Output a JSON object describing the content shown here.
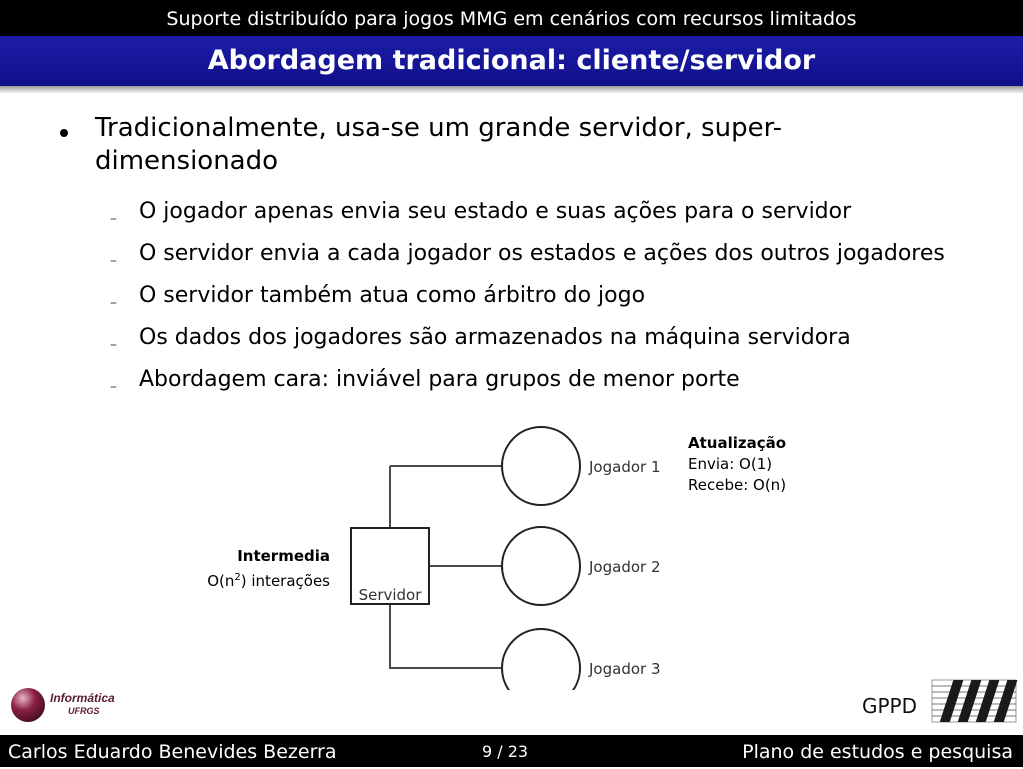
{
  "header": {
    "course_title": "Suporte distribuído para jogos MMG em cenários com recursos limitados",
    "slide_title": "Abordagem tradicional: cliente/servidor"
  },
  "content": {
    "main_bullet": "Tradicionalmente, usa-se um grande servidor, super-dimensionado",
    "sub_bullets": [
      "O jogador apenas envia seu estado e suas ações para o servidor",
      "O servidor envia a cada jogador os estados e ações dos outros jogadores",
      "O servidor também atua como árbitro do jogo",
      "Os dados dos jogadores são armazenados na máquina servidora",
      "Abordagem cara: inviável para grupos de menor porte"
    ],
    "sub_bullet_marker": "–"
  },
  "diagram": {
    "server_label": "Servidor",
    "players": [
      "Jogador 1",
      "Jogador 2",
      "Jogador 3"
    ],
    "update_title": "Atualização",
    "update_send": "Envia: O(1)",
    "update_receive": "Recebe: O(n)",
    "intermedia_title": "Intermedia",
    "intermedia_prefix": "O(n",
    "intermedia_sup": "2",
    "intermedia_suffix": ") interações"
  },
  "logos": {
    "left_line1": "Informática",
    "left_line2": "UFRGS",
    "right": "GPPD"
  },
  "footer": {
    "author": "Carlos Eduardo Benevides Bezerra",
    "page": "9 / 23",
    "subtitle": "Plano de estudos e pesquisa"
  },
  "colors": {
    "title_bar": "#1c1ca8",
    "logo_sphere": "#7a1b3c"
  }
}
